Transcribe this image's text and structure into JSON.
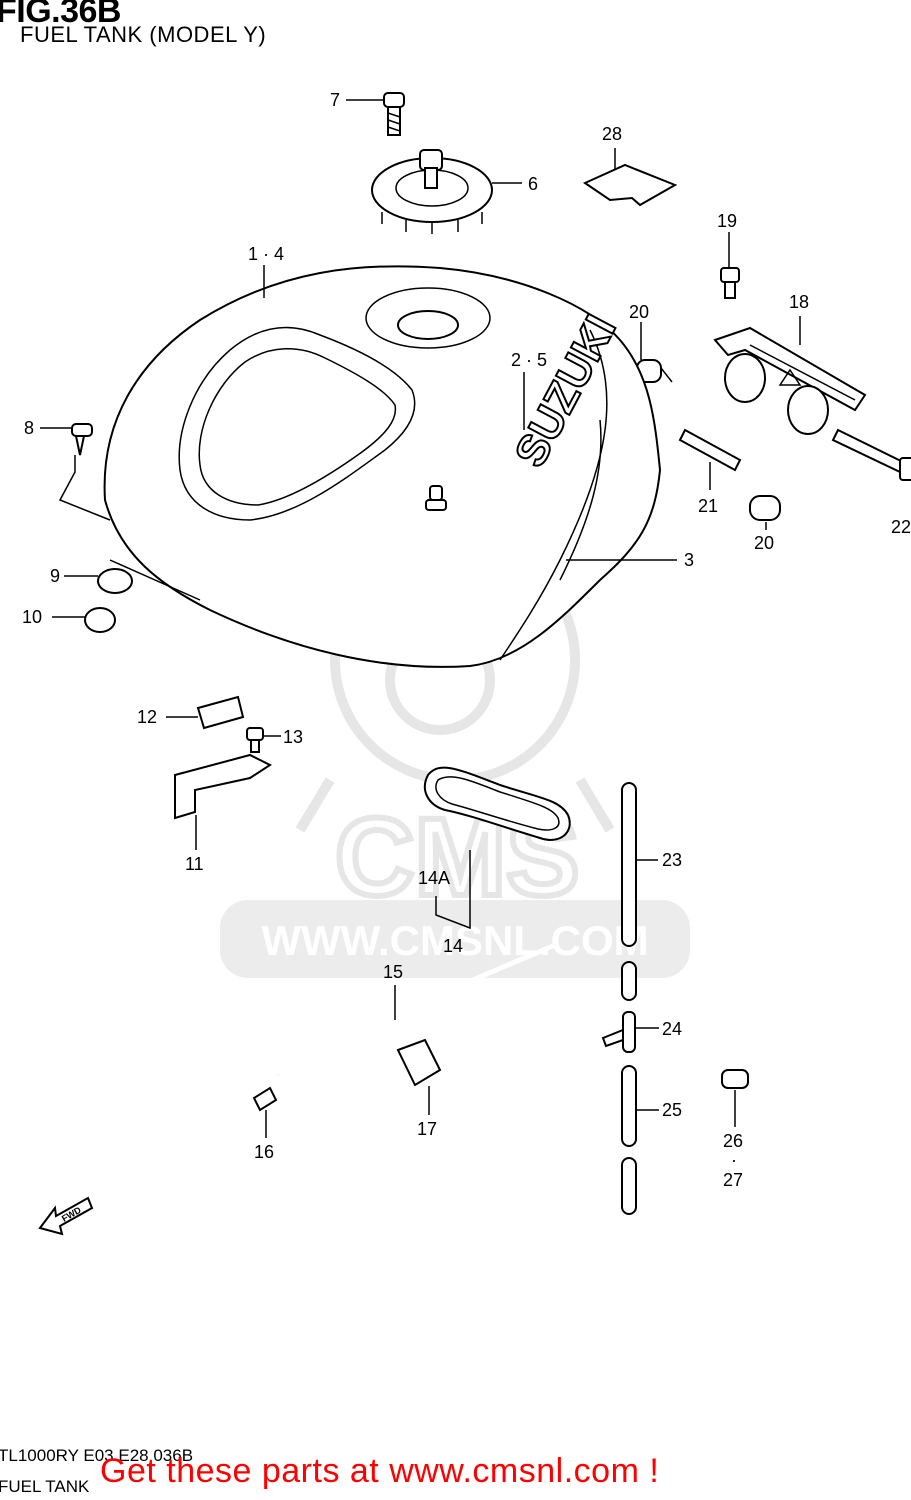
{
  "figure": {
    "number": "FIG.36B",
    "title": "FUEL TANK (MODEL Y)"
  },
  "watermark": {
    "text": "WWW.CMSNL.COM",
    "logo_text": "CMS",
    "color": "#e6e6e6"
  },
  "tank_logo": "SUZUKI",
  "fwd_arrow_text": "FWD",
  "callouts": [
    {
      "id": "c7",
      "text": "7"
    },
    {
      "id": "c6",
      "text": "6"
    },
    {
      "id": "c28",
      "text": "28"
    },
    {
      "id": "c19",
      "text": "19"
    },
    {
      "id": "c14t",
      "text": "1 · 4"
    },
    {
      "id": "c18",
      "text": "18"
    },
    {
      "id": "c20a",
      "text": "20"
    },
    {
      "id": "c25t",
      "text": "2 · 5"
    },
    {
      "id": "c8",
      "text": "8"
    },
    {
      "id": "c21",
      "text": "21"
    },
    {
      "id": "c20b",
      "text": "20"
    },
    {
      "id": "c22",
      "text": "22"
    },
    {
      "id": "c3",
      "text": "3"
    },
    {
      "id": "c9",
      "text": "9"
    },
    {
      "id": "c10",
      "text": "10"
    },
    {
      "id": "c12",
      "text": "12"
    },
    {
      "id": "c13",
      "text": "13"
    },
    {
      "id": "c11",
      "text": "11"
    },
    {
      "id": "c14a",
      "text": "14A"
    },
    {
      "id": "c14",
      "text": "14"
    },
    {
      "id": "c23",
      "text": "23"
    },
    {
      "id": "c15",
      "text": "15"
    },
    {
      "id": "c24",
      "text": "24"
    },
    {
      "id": "c25",
      "text": "25"
    },
    {
      "id": "c26",
      "text": "26"
    },
    {
      "id": "c27",
      "text": "27"
    },
    {
      "id": "c16",
      "text": "16"
    },
    {
      "id": "c17",
      "text": "17"
    }
  ],
  "footer": {
    "code": "TL1000RY E03 E28 036B",
    "name": "FUEL TANK",
    "promo_text": "Get these parts at www.cmsnl.com !",
    "promo_color": "#ff0000"
  }
}
